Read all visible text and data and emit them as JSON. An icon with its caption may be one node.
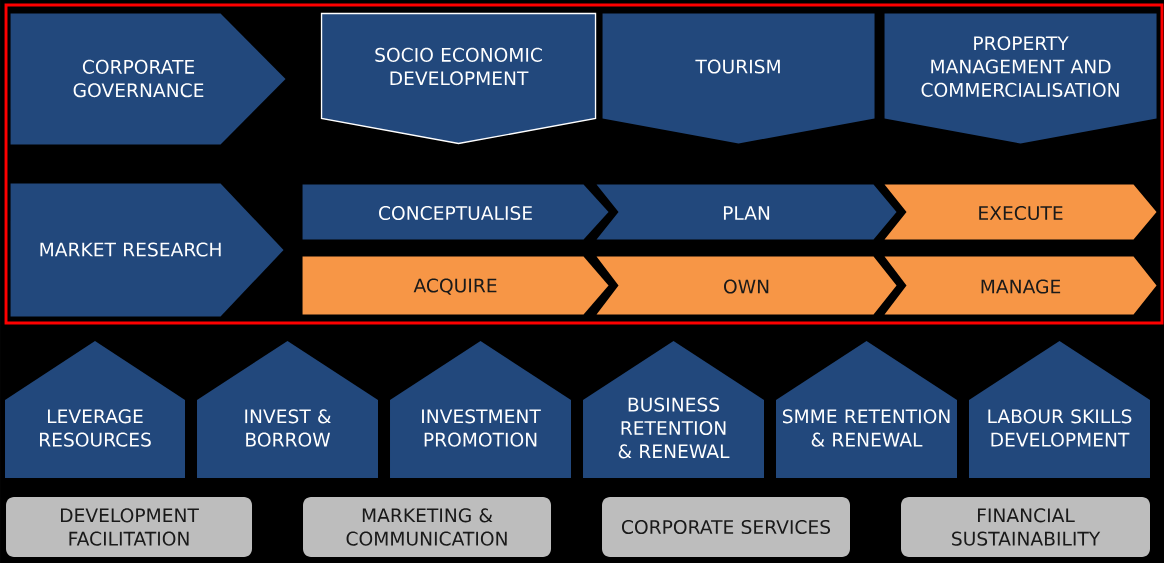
{
  "diagram": {
    "nodes": [
      {
        "text": [],
        "shape": "box"
      },
      {
        "text": [
          "CORPORATE GOVERNANCE"
        ],
        "in": 0
      },
      {
        "text": [
          "SOCIO ECONOMIC DEVELOPMENT"
        ],
        "in": 0
      },
      {
        "text": [
          "TOURISM"
        ],
        "in": 0
      },
      {
        "text": [
          "PROPERTY MANAGEMENT AND COMMERCIALISATION"
        ],
        "in": 0
      },
      {
        "text": [
          "MARKET RESEARCH"
        ],
        "in": 0
      },
      {
        "text": [
          "CONCEPTUALISE"
        ],
        "in": 0
      },
      {
        "text": [
          "PLAN"
        ],
        "in": 0
      },
      {
        "text": [
          "EXECUTE"
        ],
        "in": 0
      },
      {
        "text": [
          "ACQUIRE"
        ],
        "in": 0
      },
      {
        "text": [
          "OWN"
        ],
        "in": 0
      },
      {
        "text": [
          "MANAGE"
        ],
        "in": 0
      },
      {
        "text": [
          "LEVERAGE RESOURCES"
        ]
      },
      {
        "text": [
          "INVEST & BORROW"
        ]
      },
      {
        "text": [
          "INVESTMENT PROMOTION"
        ]
      },
      {
        "text": [
          "BUSINESS RETENTION & RENEWAL"
        ]
      },
      {
        "text": [
          "SMME RETENTION & RENEWAL"
        ]
      },
      {
        "text": [
          "LABOUR SKILLS DEVELOPMENT"
        ]
      },
      {
        "text": [
          "DEVELOPMENT FACILITATION"
        ]
      },
      {
        "text": [
          "MARKETING & COMMUNICATION"
        ]
      },
      {
        "text": [
          "CORPORATE SERVICES"
        ]
      },
      {
        "text": [
          "FINANCIAL SUSTAINABILITY"
        ]
      }
    ]
  }
}
